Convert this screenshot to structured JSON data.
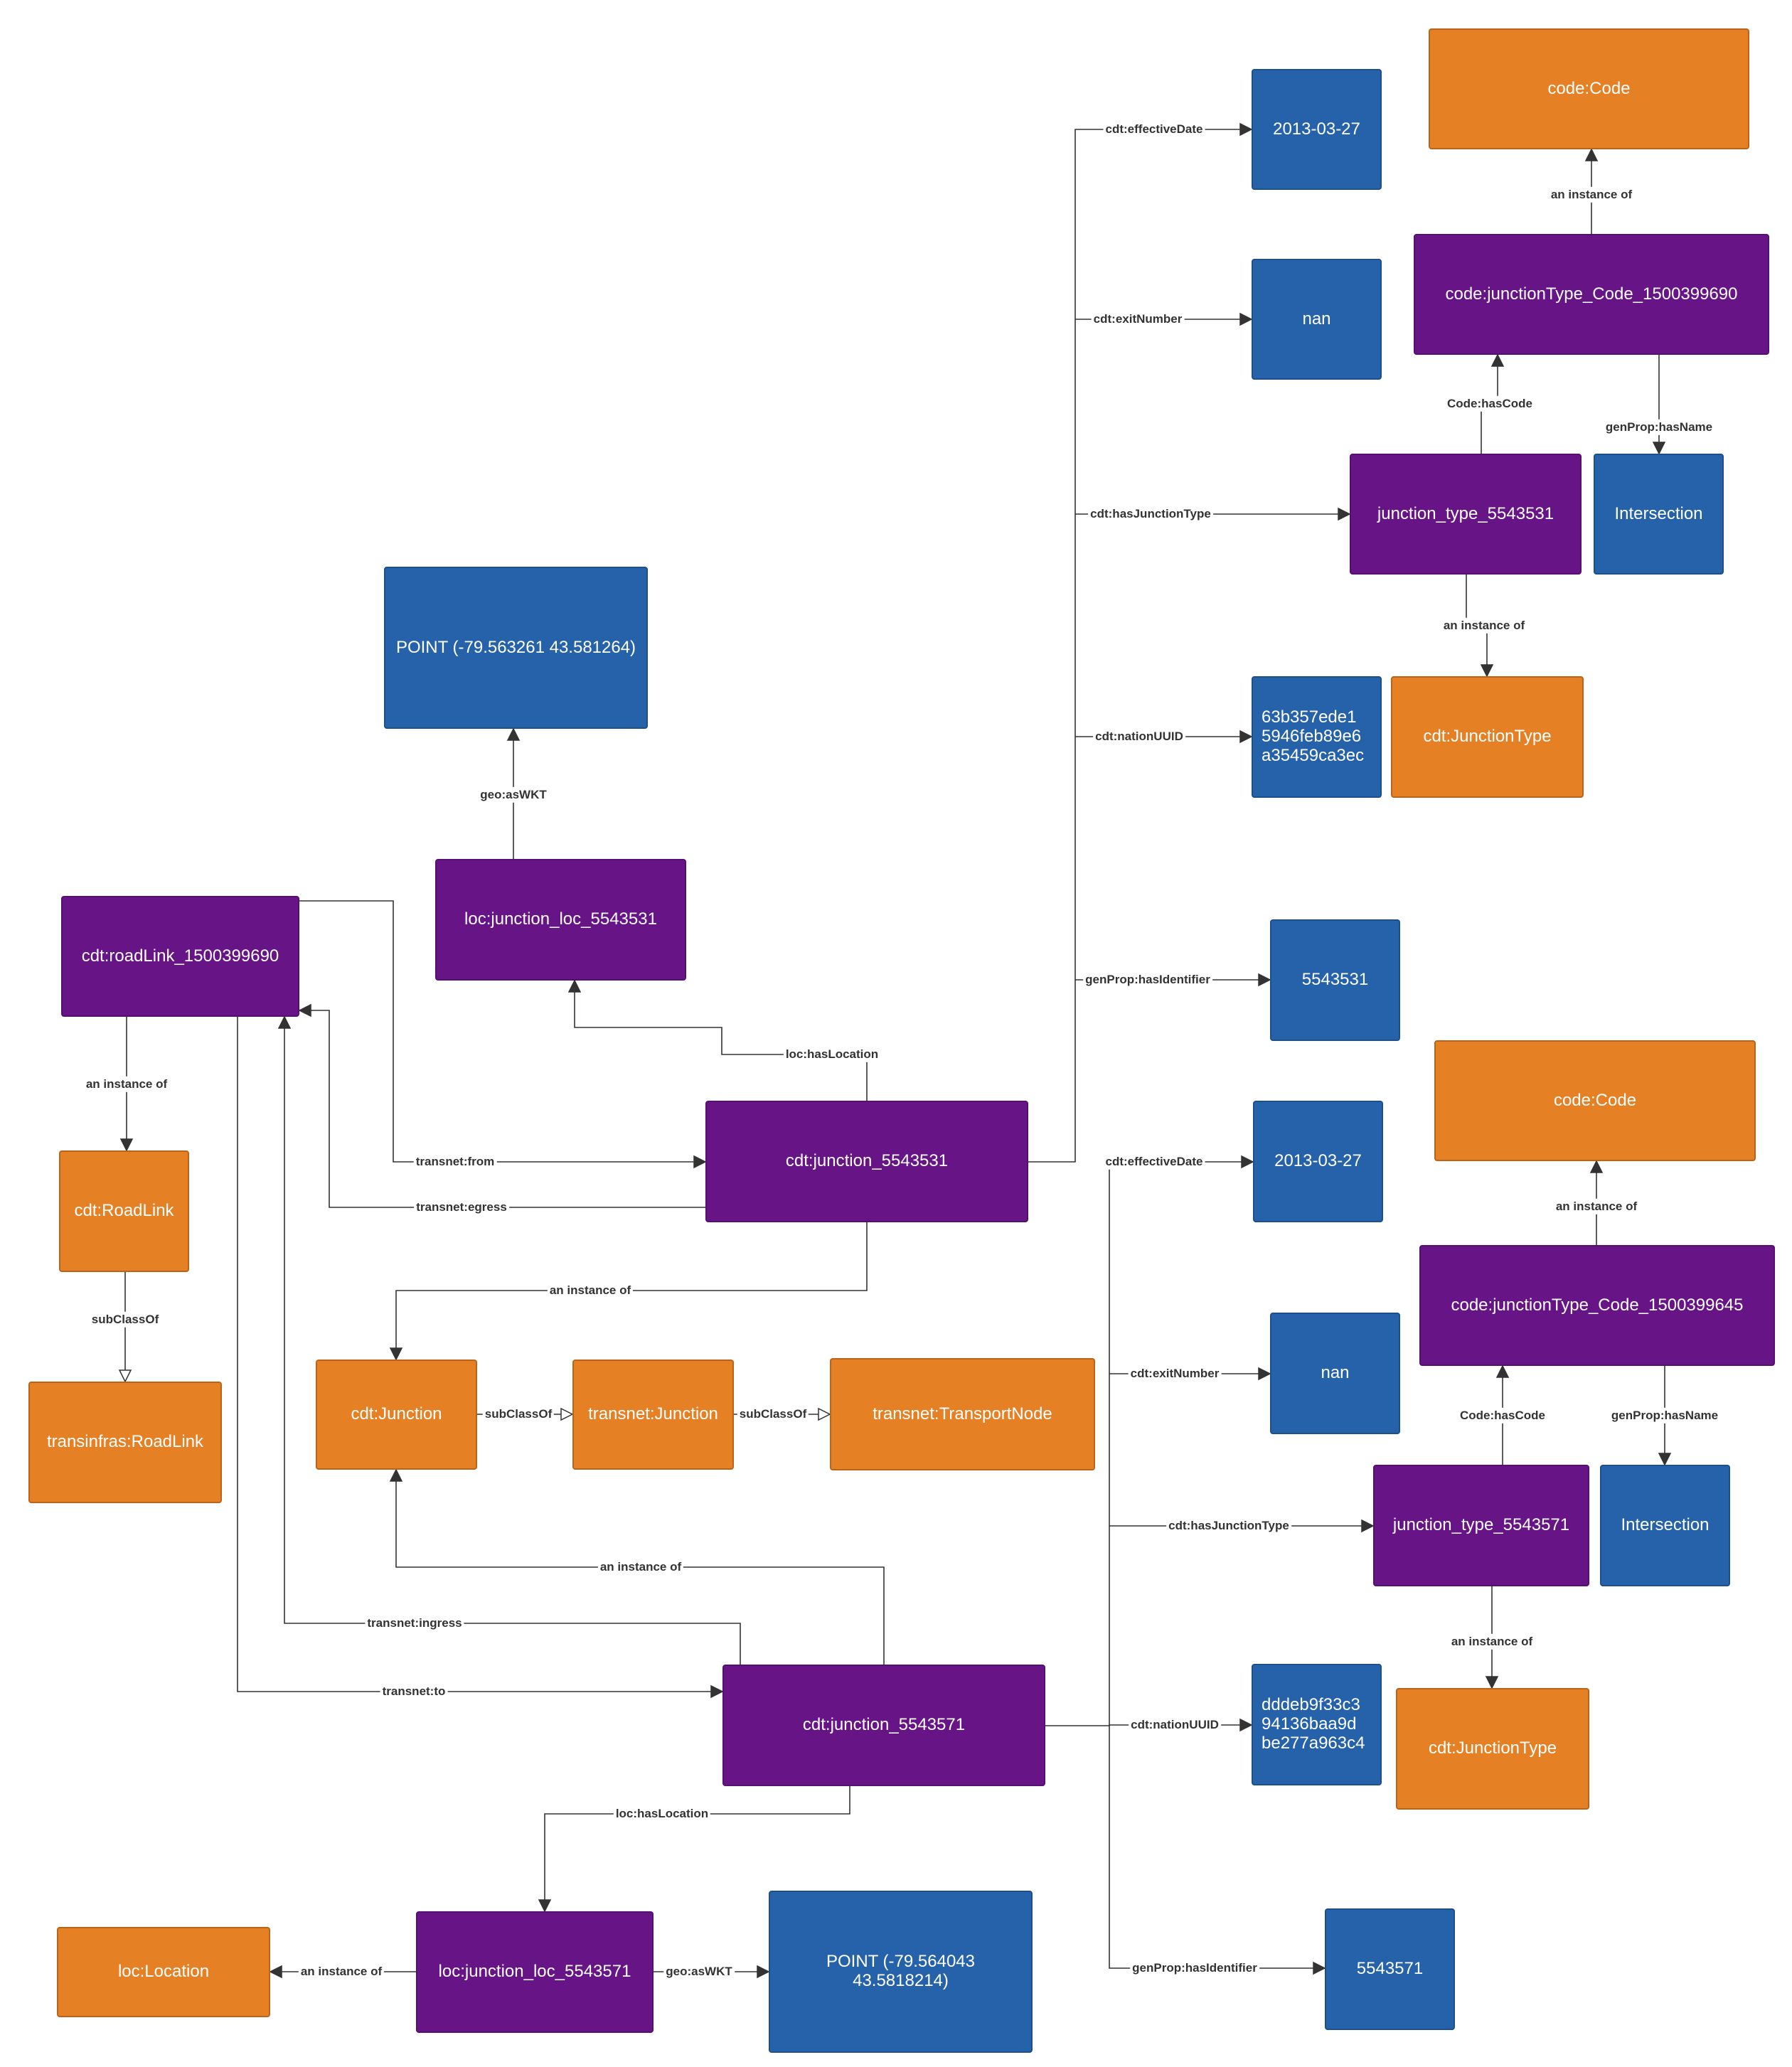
{
  "colors": {
    "instance": "#671487",
    "class": "#e58025",
    "literal": "#2662a9",
    "edge": "#333333"
  },
  "nodes": {
    "code_code_a": {
      "text": "code:Code",
      "kind": "class"
    },
    "date_a": {
      "text": "2013-03-27",
      "kind": "literal"
    },
    "jt_code_a": {
      "text": "code:junctionType_Code_1500399690",
      "kind": "instance"
    },
    "nan_a": {
      "text": "nan",
      "kind": "literal"
    },
    "jt_a": {
      "text": "junction_type_5543531",
      "kind": "instance"
    },
    "intersection_a": {
      "text": "Intersection",
      "kind": "literal"
    },
    "point_a": {
      "text": "POINT (-79.563261 43.581264)",
      "kind": "literal"
    },
    "uuid_a": {
      "text": "63b357ede1\n5946feb89e6\na35459ca3ec",
      "kind": "literal"
    },
    "jtype_class_a": {
      "text": "cdt:JunctionType",
      "kind": "class"
    },
    "roadlink": {
      "text": "cdt:roadLink_1500399690",
      "kind": "instance"
    },
    "loc_a": {
      "text": "loc:junction_loc_5543531",
      "kind": "instance"
    },
    "id_a": {
      "text": "5543531",
      "kind": "literal"
    },
    "code_code_b": {
      "text": "code:Code",
      "kind": "class"
    },
    "junction_a": {
      "text": "cdt:junction_5543531",
      "kind": "instance"
    },
    "roadlink_class": {
      "text": "cdt:RoadLink",
      "kind": "class"
    },
    "date_b": {
      "text": "2013-03-27",
      "kind": "literal"
    },
    "jt_code_b": {
      "text": "code:junctionType_Code_1500399645",
      "kind": "instance"
    },
    "nan_b": {
      "text": "nan",
      "kind": "literal"
    },
    "cdt_junction": {
      "text": "cdt:Junction",
      "kind": "class"
    },
    "transnet_junction": {
      "text": "transnet:Junction",
      "kind": "class"
    },
    "transportnode": {
      "text": "transnet:TransportNode",
      "kind": "class"
    },
    "transinfras_roadlink": {
      "text": "transinfras:RoadLink",
      "kind": "class"
    },
    "jt_b": {
      "text": "junction_type_5543571",
      "kind": "instance"
    },
    "intersection_b": {
      "text": "Intersection",
      "kind": "literal"
    },
    "junction_b": {
      "text": "cdt:junction_5543571",
      "kind": "instance"
    },
    "uuid_b": {
      "text": "dddeb9f33c3\n94136baa9d\nbe277a963c4",
      "kind": "literal"
    },
    "jtype_class_b": {
      "text": "cdt:JunctionType",
      "kind": "class"
    },
    "loc_location": {
      "text": "loc:Location",
      "kind": "class"
    },
    "loc_b": {
      "text": "loc:junction_loc_5543571",
      "kind": "instance"
    },
    "point_b": {
      "text": "POINT (-79.564043 43.5818214)",
      "kind": "literal"
    },
    "id_b": {
      "text": "5543571",
      "kind": "literal"
    }
  },
  "edges": [
    {
      "id": "e_eff_a",
      "label": "cdt:effectiveDate",
      "from": "junction_a",
      "to": "date_a"
    },
    {
      "id": "e_exit_a",
      "label": "cdt:exitNumber",
      "from": "junction_a",
      "to": "nan_a"
    },
    {
      "id": "e_hjt_a",
      "label": "cdt:hasJunctionType",
      "from": "junction_a",
      "to": "jt_a"
    },
    {
      "id": "e_uuid_a",
      "label": "cdt:nationUUID",
      "from": "junction_a",
      "to": "uuid_a"
    },
    {
      "id": "e_ident_a",
      "label": "genProp:hasIdentifier",
      "from": "junction_a",
      "to": "id_a"
    },
    {
      "id": "e_inst_code_a",
      "label": "an instance of",
      "from": "jt_code_a",
      "to": "code_code_a"
    },
    {
      "id": "e_hascode_a",
      "label": "Code:hasCode",
      "from": "jt_a",
      "to": "jt_code_a"
    },
    {
      "id": "e_name_a",
      "label": "genProp:hasName",
      "from": "jt_code_a",
      "to": "intersection_a"
    },
    {
      "id": "e_inst_jt_a",
      "label": "an instance of",
      "from": "jt_a",
      "to": "jtype_class_a"
    },
    {
      "id": "e_wkt_a",
      "label": "geo:asWKT",
      "from": "loc_a",
      "to": "point_a"
    },
    {
      "id": "e_loc_a",
      "label": "loc:hasLocation",
      "from": "junction_a",
      "to": "loc_a"
    },
    {
      "id": "e_from",
      "label": "transnet:from",
      "from": "roadlink",
      "to": "junction_a"
    },
    {
      "id": "e_egress",
      "label": "transnet:egress",
      "from": "junction_a",
      "to": "roadlink"
    },
    {
      "id": "e_inst_rl",
      "label": "an instance of",
      "from": "roadlink",
      "to": "roadlink_class"
    },
    {
      "id": "e_sub_rl",
      "label": "subClassOf",
      "from": "roadlink_class",
      "to": "transinfras_roadlink"
    },
    {
      "id": "e_inst_ja",
      "label": "an instance of",
      "from": "junction_a",
      "to": "cdt_junction"
    },
    {
      "id": "e_sub_j1",
      "label": "subClassOf",
      "from": "cdt_junction",
      "to": "transnet_junction"
    },
    {
      "id": "e_sub_j2",
      "label": "subClassOf",
      "from": "transnet_junction",
      "to": "transportnode"
    },
    {
      "id": "e_inst_jb",
      "label": "an instance of",
      "from": "junction_b",
      "to": "cdt_junction"
    },
    {
      "id": "e_ingress",
      "label": "transnet:ingress",
      "from": "junction_b",
      "to": "roadlink"
    },
    {
      "id": "e_to",
      "label": "transnet:to",
      "from": "roadlink",
      "to": "junction_b"
    },
    {
      "id": "e_eff_b",
      "label": "cdt:effectiveDate",
      "from": "junction_b",
      "to": "date_b"
    },
    {
      "id": "e_exit_b",
      "label": "cdt:exitNumber",
      "from": "junction_b",
      "to": "nan_b"
    },
    {
      "id": "e_hjt_b",
      "label": "cdt:hasJunctionType",
      "from": "junction_b",
      "to": "jt_b"
    },
    {
      "id": "e_uuid_b",
      "label": "cdt:nationUUID",
      "from": "junction_b",
      "to": "uuid_b"
    },
    {
      "id": "e_ident_b",
      "label": "genProp:hasIdentifier",
      "from": "junction_b",
      "to": "id_b"
    },
    {
      "id": "e_inst_code_b",
      "label": "an instance of",
      "from": "jt_code_b",
      "to": "code_code_b"
    },
    {
      "id": "e_hascode_b",
      "label": "Code:hasCode",
      "from": "jt_b",
      "to": "jt_code_b"
    },
    {
      "id": "e_name_b",
      "label": "genProp:hasName",
      "from": "jt_code_b",
      "to": "intersection_b"
    },
    {
      "id": "e_inst_jt_b",
      "label": "an instance of",
      "from": "jt_b",
      "to": "jtype_class_b"
    },
    {
      "id": "e_loc_b",
      "label": "loc:hasLocation",
      "from": "junction_b",
      "to": "loc_b"
    },
    {
      "id": "e_inst_loc_b",
      "label": "an instance of",
      "from": "loc_b",
      "to": "loc_location"
    },
    {
      "id": "e_wkt_b",
      "label": "geo:asWKT",
      "from": "loc_b",
      "to": "point_b"
    }
  ]
}
